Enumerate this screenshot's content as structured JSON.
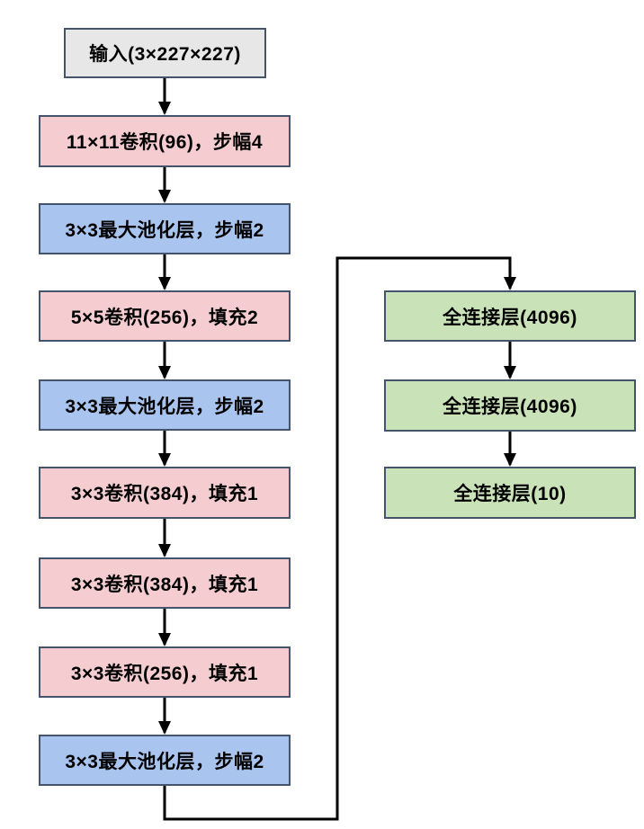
{
  "diagram": {
    "nodes": {
      "input": {
        "label": "输入(3×227×227)",
        "fill": "#e7e7e7"
      },
      "conv1": {
        "label": "11×11卷积(96)，步幅4",
        "fill": "#f5cdd1"
      },
      "pool1": {
        "label": "3×3最大池化层，步幅2",
        "fill": "#a9c5ef"
      },
      "conv2": {
        "label": "5×5卷积(256)，填充2",
        "fill": "#f5cdd1"
      },
      "pool2": {
        "label": "3×3最大池化层，步幅2",
        "fill": "#a9c5ef"
      },
      "conv3": {
        "label": "3×3卷积(384)，填充1",
        "fill": "#f5cdd1"
      },
      "conv4": {
        "label": "3×3卷积(384)，填充1",
        "fill": "#f5cdd1"
      },
      "conv5": {
        "label": "3×3卷积(256)，填充1",
        "fill": "#f5cdd1"
      },
      "pool3": {
        "label": "3×3最大池化层，步幅2",
        "fill": "#a9c5ef"
      },
      "fc1": {
        "label": "全连接层(4096)",
        "fill": "#c9e2b8"
      },
      "fc2": {
        "label": "全连接层(4096)",
        "fill": "#c9e2b8"
      },
      "fc3": {
        "label": "全连接层(10)",
        "fill": "#c9e2b8"
      }
    },
    "colors": {
      "node_border": "#44546a",
      "arrow": "#000000",
      "background": "#ffffff",
      "input_fill": "#e7e7e7",
      "conv_fill": "#f5cdd1",
      "pool_fill": "#a9c5ef",
      "fc_fill": "#c9e2b8",
      "text": "#000000"
    }
  }
}
